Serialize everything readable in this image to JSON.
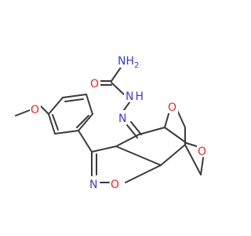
{
  "molecule": {
    "atoms": {
      "nh2": "NH",
      "nh2_sub": "2",
      "carbonyl_o": "O",
      "nh": "N",
      "nh_h": "H",
      "hydrazone_n": "N",
      "oxygen_bridge": "O",
      "oxygen_ring": "O",
      "methoxy_o": "O",
      "isoxazoline_n": "N",
      "isoxazoline_o": "O"
    },
    "colors": {
      "bond": "#3a3a3a",
      "oxygen": "#e8262b",
      "nitrogen": "#3b3bcc"
    }
  }
}
